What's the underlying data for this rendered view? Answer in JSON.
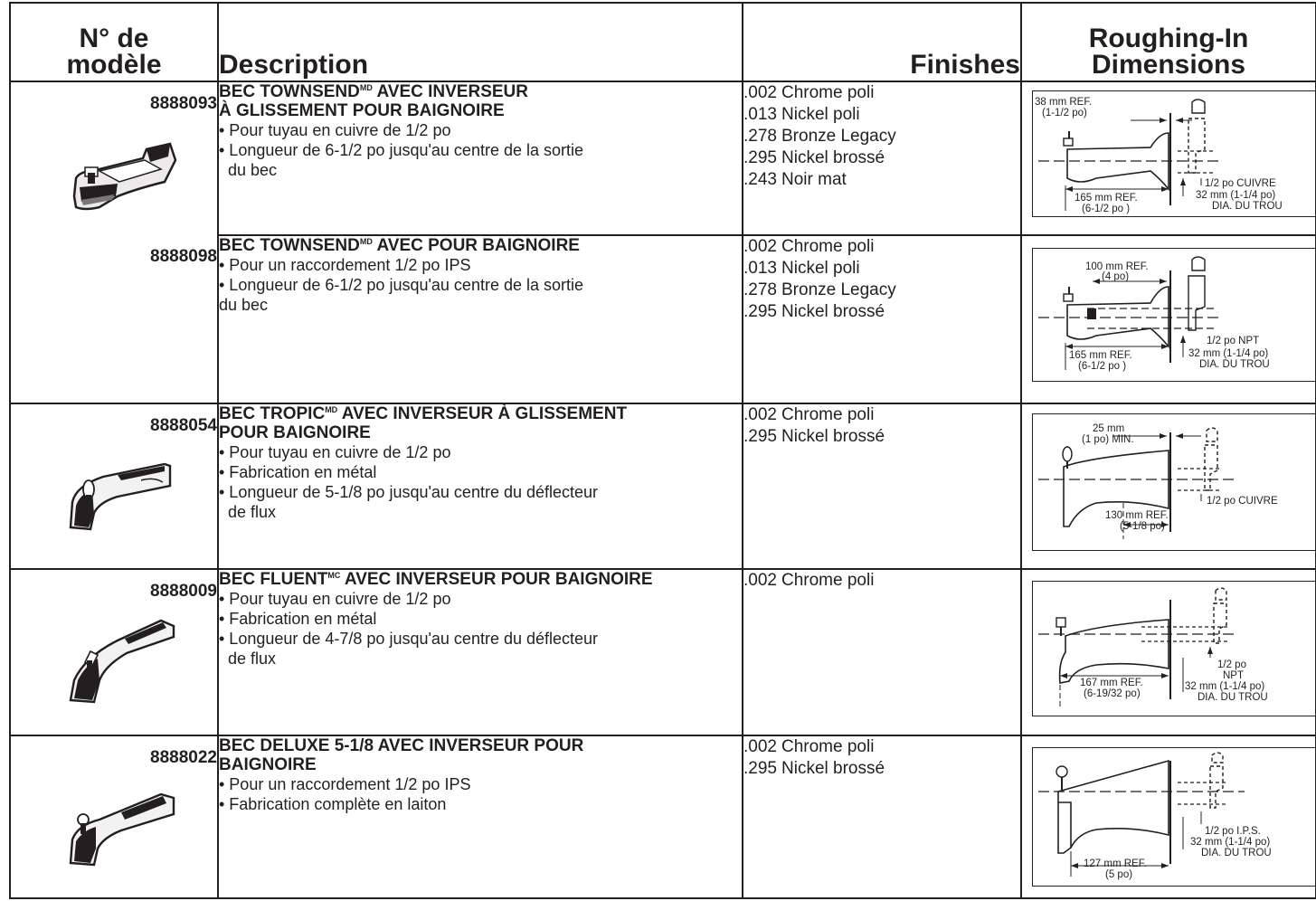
{
  "headers": {
    "model": [
      "N° de",
      "modèle"
    ],
    "description": "Description",
    "finishes": "Finishes",
    "roughing": [
      "Roughing-In",
      "Dimensions"
    ]
  },
  "rows": [
    {
      "model": "8888093",
      "title_parts": [
        "BEC TOWNSEND",
        "MD",
        " AVEC INVERSEUR"
      ],
      "title_line2": "À GLISSEMENT POUR BAIGNOIRE",
      "bullets": [
        "• Pour tuyau en cuivre de 1/2 po",
        "• Longueur de 6-1/2 po jusqu'au centre de la sortie",
        "  du bec"
      ],
      "finishes": [
        {
          "code": ".002",
          "name": "Chrome poli"
        },
        {
          "code": ".013",
          "name": "Nickel poli"
        },
        {
          "code": ".278",
          "name": "Bronze Legacy"
        },
        {
          "code": ".295",
          "name": "Nickel brossé"
        },
        {
          "code": ".243",
          "name": "Noir mat"
        }
      ],
      "dims": [
        "38 mm REF.",
        "(1-1/2 po)",
        "165 mm REF.",
        "(6-1/2 po )",
        "1/2 po CUIVRE",
        "32 mm (1-1/4 po)",
        "DIA. DU TROU"
      ]
    },
    {
      "model": "8888098",
      "title_parts": [
        "BEC TOWNSEND",
        "MD",
        " AVEC POUR BAIGNOIRE"
      ],
      "title_line2": "",
      "bullets": [
        "• Pour un raccordement 1/2 po IPS",
        "• Longueur de 6-1/2 po jusqu'au centre de la sortie",
        "du bec"
      ],
      "finishes": [
        {
          "code": ".002",
          "name": "Chrome poli"
        },
        {
          "code": ".013",
          "name": "Nickel poli"
        },
        {
          "code": ".278",
          "name": "Bronze Legacy"
        },
        {
          "code": ".295",
          "name": "Nickel brossé"
        }
      ],
      "dims": [
        "100 mm REF.",
        "(4 po)",
        "165 mm REF.",
        "(6-1/2 po )",
        "1/2 po NPT",
        "32 mm (1-1/4 po)",
        "DIA. DU TROU"
      ]
    },
    {
      "model": "8888054",
      "title_parts": [
        "BEC TROPIC",
        "MD",
        " AVEC INVERSEUR À GLISSEMENT"
      ],
      "title_line2": "POUR BAIGNOIRE",
      "bullets": [
        "• Pour tuyau en cuivre de 1/2 po",
        "• Fabrication en métal",
        "• Longueur de 5-1/8 po jusqu'au centre du déflecteur",
        "  de flux"
      ],
      "finishes": [
        {
          "code": ".002",
          "name": "Chrome poli"
        },
        {
          "code": ".295",
          "name": "Nickel brossé"
        }
      ],
      "dims": [
        "25 mm",
        "(1 po) MIN.",
        "130 mm REF.",
        "(5-1/8 po)",
        "1/2 po CUIVRE",
        "",
        ""
      ]
    },
    {
      "model": "8888009",
      "title_parts": [
        "BEC FLUENT",
        "MC",
        " AVEC INVERSEUR POUR BAIGNOIRE"
      ],
      "title_line2": "",
      "bullets": [
        "• Pour tuyau en cuivre de 1/2 po",
        "• Fabrication en métal",
        "• Longueur de 4-7/8 po jusqu'au centre du déflecteur",
        "  de flux"
      ],
      "finishes": [
        {
          "code": ".002",
          "name": "Chrome poli"
        }
      ],
      "dims": [
        "",
        "",
        "167 mm REF.",
        "(6-19/32 po)",
        "1/2 po",
        "NPT",
        "32 mm (1-1/4 po)",
        "DIA. DU TROU"
      ]
    },
    {
      "model": "8888022",
      "title_parts": [
        "BEC DELUXE 5-1/8 AVEC INVERSEUR POUR",
        "",
        ""
      ],
      "title_line2": "BAIGNOIRE",
      "bullets": [
        "• Pour un raccordement 1/2 po IPS",
        "• Fabrication complète en laiton"
      ],
      "finishes": [
        {
          "code": ".002",
          "name": "Chrome poli"
        },
        {
          "code": ".295",
          "name": "Nickel brossé"
        }
      ],
      "dims": [
        "",
        "",
        "127 mm REF.",
        "(5 po)",
        "1/2 po I.P.S.",
        "32 mm (1-1/4 po)",
        "DIA. DU TROU"
      ]
    }
  ]
}
